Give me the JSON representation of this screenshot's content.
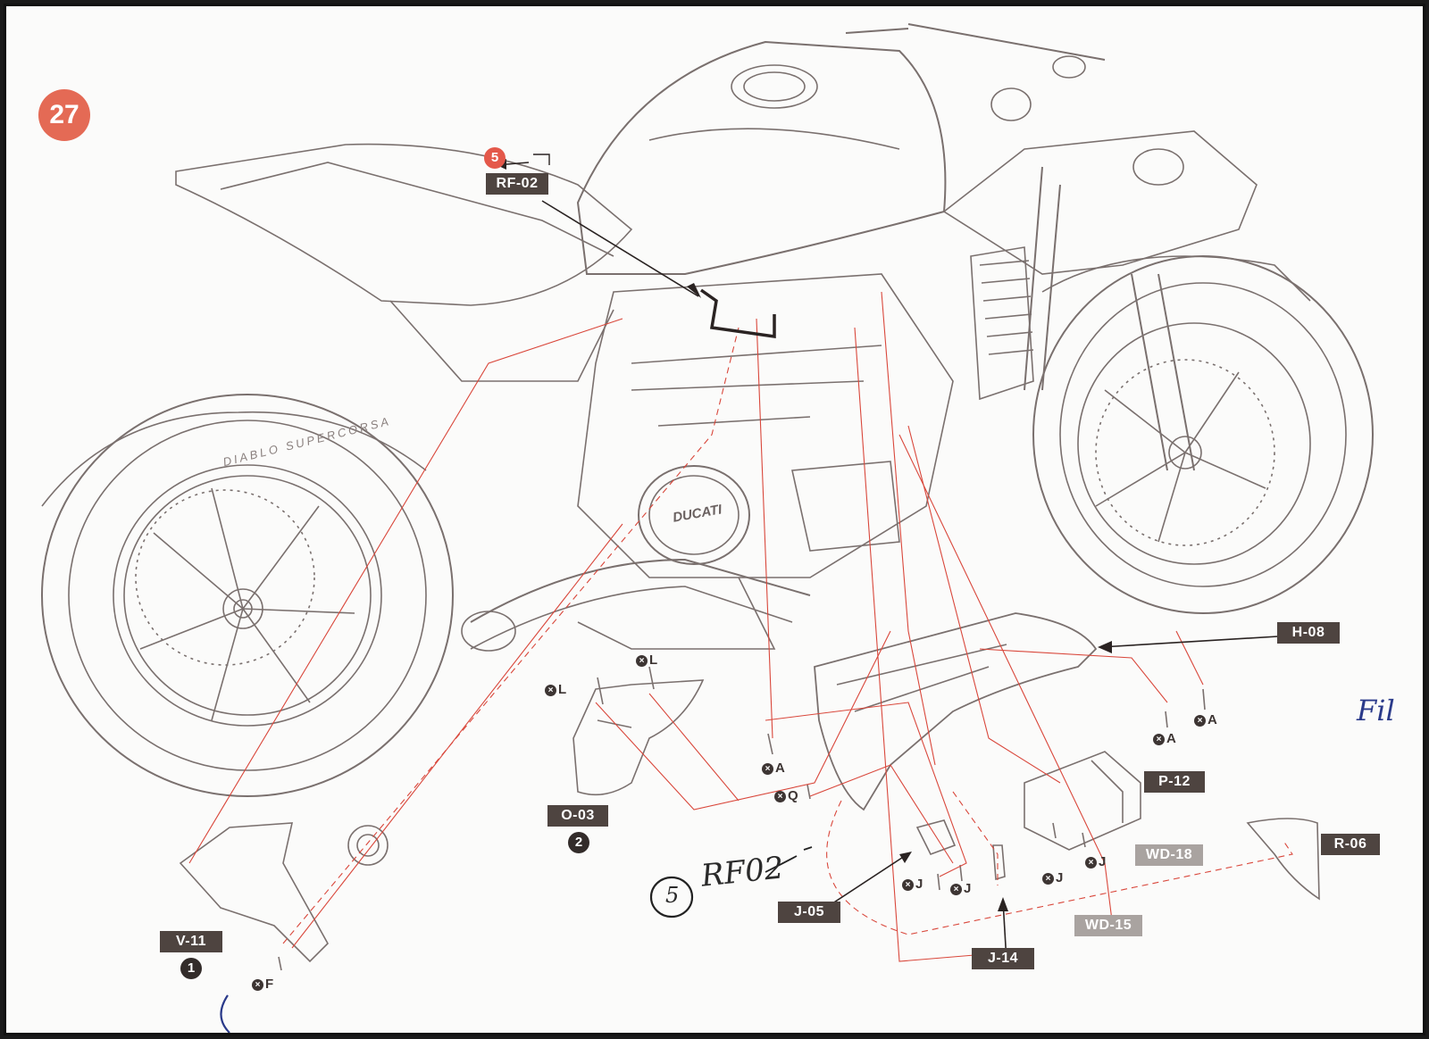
{
  "step": {
    "number": "27"
  },
  "reference": {
    "step": "5",
    "part": "RF-02"
  },
  "parts": {
    "h08": "H-08",
    "o03": "O-03",
    "v11": "V-11",
    "p12": "P-12",
    "wd18": "WD-18",
    "r06": "R-06",
    "j05": "J-05",
    "j14": "J-14",
    "wd15": "WD-15"
  },
  "subassembly_numbers": {
    "o03": "2",
    "v11": "1"
  },
  "screws": {
    "a": "A",
    "f": "F",
    "j": "J",
    "l": "L",
    "q": "Q"
  },
  "engine_brand": "DUCATI",
  "tire_text": "DIABLO SUPERCORSA",
  "handwriting": {
    "step_ref": "5",
    "part_ref": "RF02",
    "margin_right": "Fil",
    "margin_bottom": "C"
  },
  "colors": {
    "step_badge": "#e46a55",
    "label_dark": "#4e4440",
    "label_grey": "#a9a3a0",
    "guide_line": "#d9473b",
    "line_art": "#6a6160"
  }
}
